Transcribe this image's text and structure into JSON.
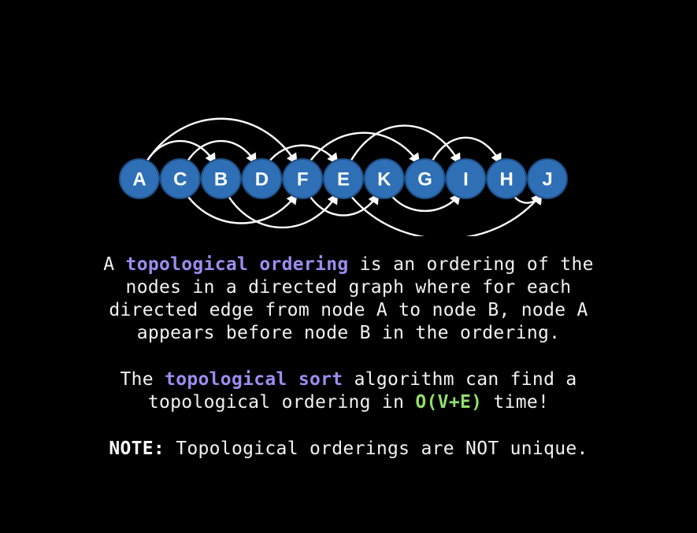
{
  "graph": {
    "nodes": [
      "A",
      "C",
      "B",
      "D",
      "F",
      "E",
      "K",
      "G",
      "I",
      "H",
      "J"
    ],
    "colors": {
      "node_fill": "#2e6fb6",
      "edge": "#ffffff"
    }
  },
  "definition": {
    "line1_pre": "A ",
    "line1_term": "topological ordering",
    "line1_post": " is an ordering of the",
    "line2": "nodes in a directed graph where for each",
    "line3": "directed edge from node A to node B, node A",
    "line4": "appears before node B in the ordering."
  },
  "algorithm": {
    "line1_pre": "The ",
    "line1_term": "topological sort",
    "line1_post": " algorithm can find a",
    "line2_pre": "topological ordering in ",
    "line2_complexity": "O(V+E)",
    "line2_post": " time!"
  },
  "note": {
    "label": "NOTE:",
    "text": " Topological orderings are NOT unique."
  },
  "colors": {
    "background": "#000000",
    "text": "#f2f2f2",
    "term_highlight": "#9d8cf0",
    "complexity_highlight": "#8ee06a"
  }
}
